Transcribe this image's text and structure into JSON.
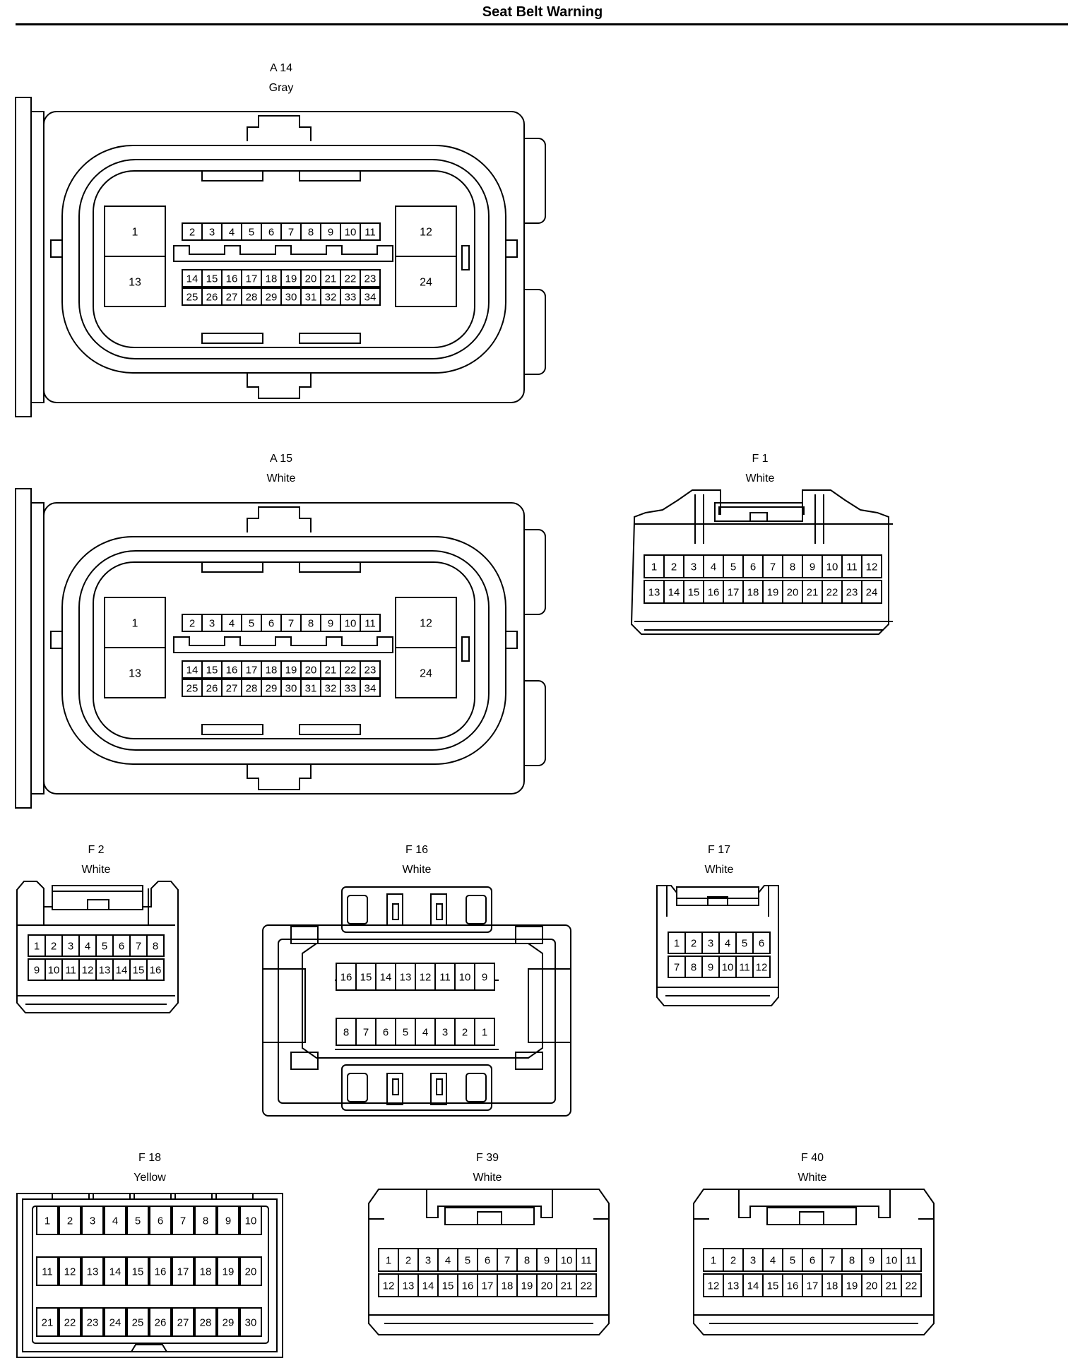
{
  "page": {
    "title": "Seat Belt Warning"
  },
  "colors": {
    "line": "#000000",
    "background": "#ffffff"
  },
  "connectors": {
    "A14": {
      "code": "A 14",
      "color": "Gray",
      "large_pins": [
        "1",
        "13",
        "12",
        "24"
      ],
      "row_top": [
        "2",
        "3",
        "4",
        "5",
        "6",
        "7",
        "8",
        "9",
        "10",
        "11"
      ],
      "row_mid": [
        "14",
        "15",
        "16",
        "17",
        "18",
        "19",
        "20",
        "21",
        "22",
        "23"
      ],
      "row_bot": [
        "25",
        "26",
        "27",
        "28",
        "29",
        "30",
        "31",
        "32",
        "33",
        "34"
      ]
    },
    "A15": {
      "code": "A 15",
      "color": "White",
      "large_pins": [
        "1",
        "13",
        "12",
        "24"
      ],
      "row_top": [
        "2",
        "3",
        "4",
        "5",
        "6",
        "7",
        "8",
        "9",
        "10",
        "11"
      ],
      "row_mid": [
        "14",
        "15",
        "16",
        "17",
        "18",
        "19",
        "20",
        "21",
        "22",
        "23"
      ],
      "row_bot": [
        "25",
        "26",
        "27",
        "28",
        "29",
        "30",
        "31",
        "32",
        "33",
        "34"
      ]
    },
    "F1": {
      "code": "F 1",
      "color": "White",
      "rows": [
        [
          "1",
          "2",
          "3",
          "4",
          "5",
          "6",
          "7",
          "8",
          "9",
          "10",
          "11",
          "12"
        ],
        [
          "13",
          "14",
          "15",
          "16",
          "17",
          "18",
          "19",
          "20",
          "21",
          "22",
          "23",
          "24"
        ]
      ]
    },
    "F2": {
      "code": "F 2",
      "color": "White",
      "rows": [
        [
          "1",
          "2",
          "3",
          "4",
          "5",
          "6",
          "7",
          "8"
        ],
        [
          "9",
          "10",
          "11",
          "12",
          "13",
          "14",
          "15",
          "16"
        ]
      ]
    },
    "F16": {
      "code": "F 16",
      "color": "White",
      "rows": [
        [
          "16",
          "15",
          "14",
          "13",
          "12",
          "11",
          "10",
          "9"
        ],
        [
          "8",
          "7",
          "6",
          "5",
          "4",
          "3",
          "2",
          "1"
        ]
      ]
    },
    "F17": {
      "code": "F 17",
      "color": "White",
      "rows": [
        [
          "1",
          "2",
          "3",
          "4",
          "5",
          "6"
        ],
        [
          "7",
          "8",
          "9",
          "10",
          "11",
          "12"
        ]
      ]
    },
    "F18": {
      "code": "F 18",
      "color": "Yellow",
      "rows": [
        [
          "1",
          "2",
          "3",
          "4",
          "5",
          "6",
          "7",
          "8",
          "9",
          "10"
        ],
        [
          "11",
          "12",
          "13",
          "14",
          "15",
          "16",
          "17",
          "18",
          "19",
          "20"
        ],
        [
          "21",
          "22",
          "23",
          "24",
          "25",
          "26",
          "27",
          "28",
          "29",
          "30"
        ]
      ]
    },
    "F39": {
      "code": "F 39",
      "color": "White",
      "rows": [
        [
          "1",
          "2",
          "3",
          "4",
          "5",
          "6",
          "7",
          "8",
          "9",
          "10",
          "11"
        ],
        [
          "12",
          "13",
          "14",
          "15",
          "16",
          "17",
          "18",
          "19",
          "20",
          "21",
          "22"
        ]
      ]
    },
    "F40": {
      "code": "F 40",
      "color": "White",
      "rows": [
        [
          "1",
          "2",
          "3",
          "4",
          "5",
          "6",
          "7",
          "8",
          "9",
          "10",
          "11"
        ],
        [
          "12",
          "13",
          "14",
          "15",
          "16",
          "17",
          "18",
          "19",
          "20",
          "21",
          "22"
        ]
      ]
    }
  }
}
